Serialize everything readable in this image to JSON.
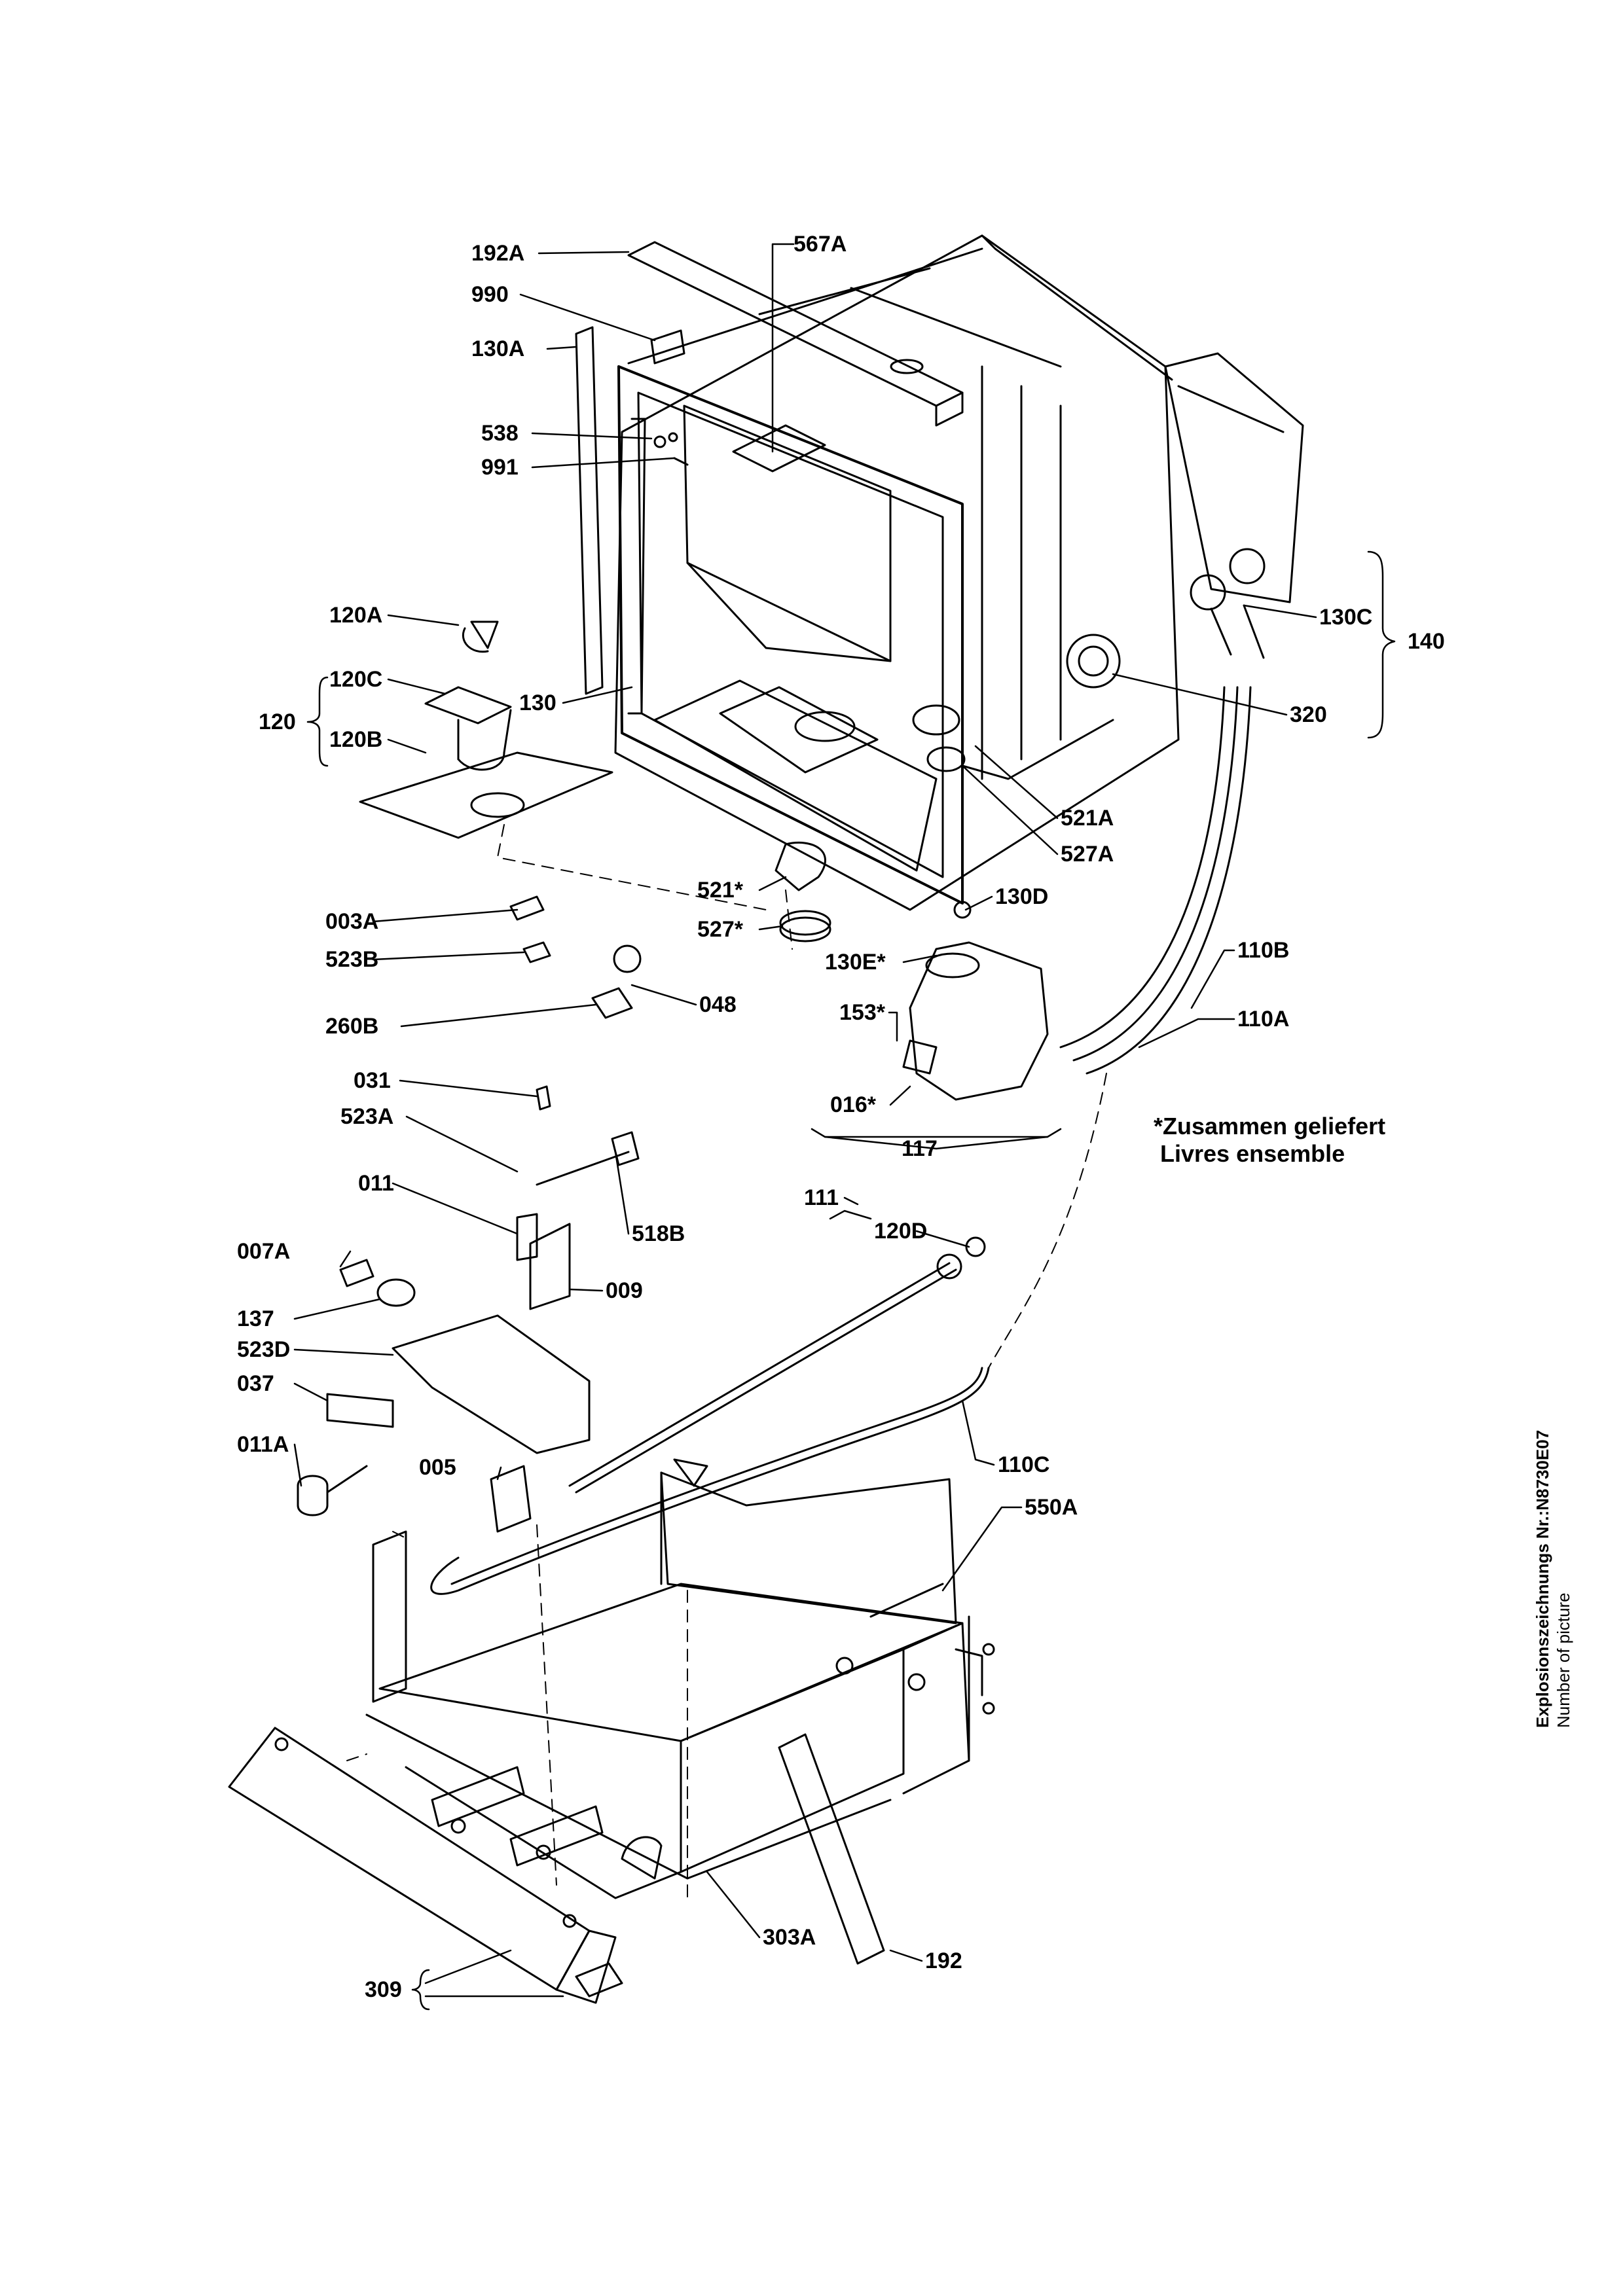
{
  "callouts": {
    "c192A": "192A",
    "c990": "990",
    "c130A": "130A",
    "c567A": "567A",
    "c538": "538",
    "c991": "991",
    "c120A": "120A",
    "c120C": "120C",
    "c120": "120",
    "c120B": "120B",
    "c130": "130",
    "c130C": "130C",
    "c140": "140",
    "c320": "320",
    "c521A": "521A",
    "c527A": "527A",
    "c521s": "521*",
    "c527s": "527*",
    "c130D": "130D",
    "c130Es": "130E*",
    "c110B": "110B",
    "c110A": "110A",
    "c153s": "153*",
    "c016s": "016*",
    "c117": "117",
    "c003A": "003A",
    "c523B": "523B",
    "c048": "048",
    "c260B": "260B",
    "c031": "031",
    "c523A": "523A",
    "c011": "011",
    "c518B": "518B",
    "c007A": "007A",
    "c009": "009",
    "c137": "137",
    "c523D": "523D",
    "c037": "037",
    "c011A": "011A",
    "c005": "005",
    "c111": "111",
    "c120D": "120D",
    "c110C": "110C",
    "c550A": "550A",
    "c303A": "303A",
    "c192": "192",
    "c309": "309"
  },
  "note": {
    "line1": "*Zusammen geliefert",
    "line2": "Livres ensemble"
  },
  "side_caption": {
    "line1": "Explosionszeichnungs Nr.:N8730E07",
    "line2": "Number of picture"
  }
}
